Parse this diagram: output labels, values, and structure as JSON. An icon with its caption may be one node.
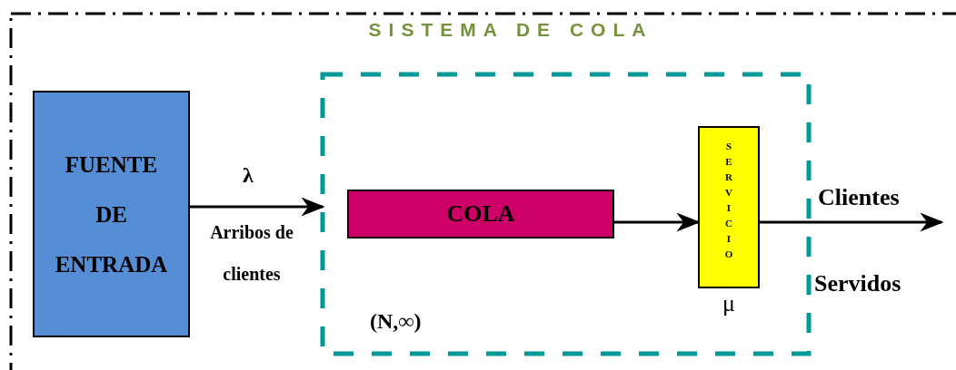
{
  "diagram": {
    "nodes": [
      {
        "text": [
          "SISTEMA DE COLA"
        ]
      },
      {
        "text": [
          "FUENTE DE ENTRADA"
        ],
        "in": 0
      },
      {
        "text": [
          "(N,∞)"
        ],
        "in": 0
      },
      {
        "text": [
          "COLA"
        ],
        "in": 2
      },
      {
        "text": [
          "SERVICIO"
        ],
        "in": 2,
        "beside": [
          "μ"
        ]
      }
    ],
    "edges": [
      {
        "from": 1,
        "to": 2,
        "arrow": "to",
        "label": "λ"
      },
      {
        "from": 3,
        "to": 4,
        "arrow": "to"
      },
      {
        "from": 4,
        "to": null,
        "arrow": "to",
        "label": "Clientes"
      }
    ],
    "labels": [
      "Arribos de clientes",
      "Servidos"
    ]
  }
}
